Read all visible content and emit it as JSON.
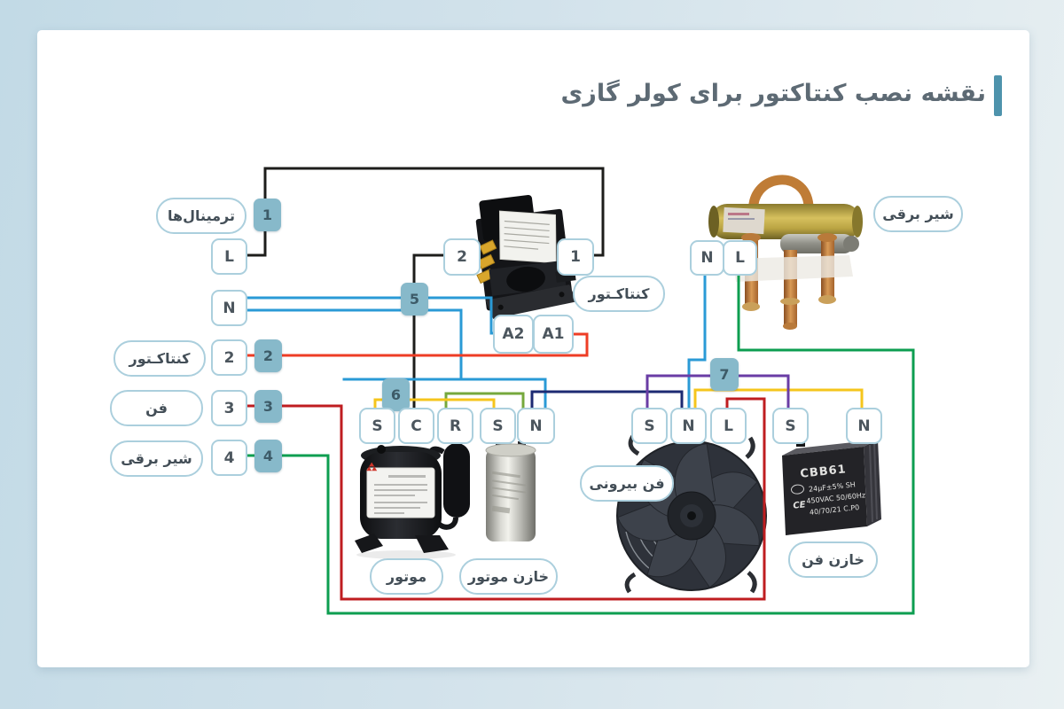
{
  "title": "نقشه نصب کنتاکتور برای کولر گازی",
  "labels": {
    "terminals": "ترمینال‌ها",
    "contactor_left": "کنتاکـتور",
    "fan_left": "فن",
    "solenoid_left": "شیر برقی",
    "contactor": "کنتاکـتور",
    "solenoid": "شیر برقی",
    "motor": "موتور",
    "motor_capacitor": "خازن موتور",
    "outdoor_fan": "فن بیرونی",
    "fan_capacitor": "خازن فن"
  },
  "terminals": {
    "left": {
      "L": "L",
      "N": "N",
      "t2": "2",
      "t3": "3",
      "t4": "4"
    },
    "contactor": {
      "t2": "2",
      "t1": "1",
      "a2": "A2",
      "a1": "A1"
    },
    "solenoid": {
      "n": "N",
      "l": "L"
    },
    "motor": [
      "S",
      "C",
      "R",
      "S",
      "N"
    ],
    "fan": [
      "S",
      "N",
      "L"
    ],
    "fan_capacitor": [
      "S",
      "N"
    ]
  },
  "badges": {
    "b1": "1",
    "b2": "2",
    "b3": "3",
    "b4": "4",
    "b5": "5",
    "b6": "6",
    "b7": "7"
  },
  "fan_capacitor_text": {
    "model": "CBB61",
    "spec1": "24µF±5%  SH",
    "spec2": "450VAC 50/60Hz",
    "spec3": "40/70/21   C.P0",
    "ce_mark": "CE"
  },
  "wire_colors": {
    "black": "#1d1d1b",
    "blue": "#2a9ad6",
    "red": "#ee3d25",
    "dark_red": "#bf1d20",
    "green": "#0d9e50",
    "olive": "#76a83d",
    "yellow": "#f5c51c",
    "navy": "#1c2a72",
    "purple": "#6a3da5"
  },
  "accent_colors": {
    "badge": "#87b9ca",
    "box_border": "#abcfdd",
    "title_bar": "#4e93ac"
  }
}
